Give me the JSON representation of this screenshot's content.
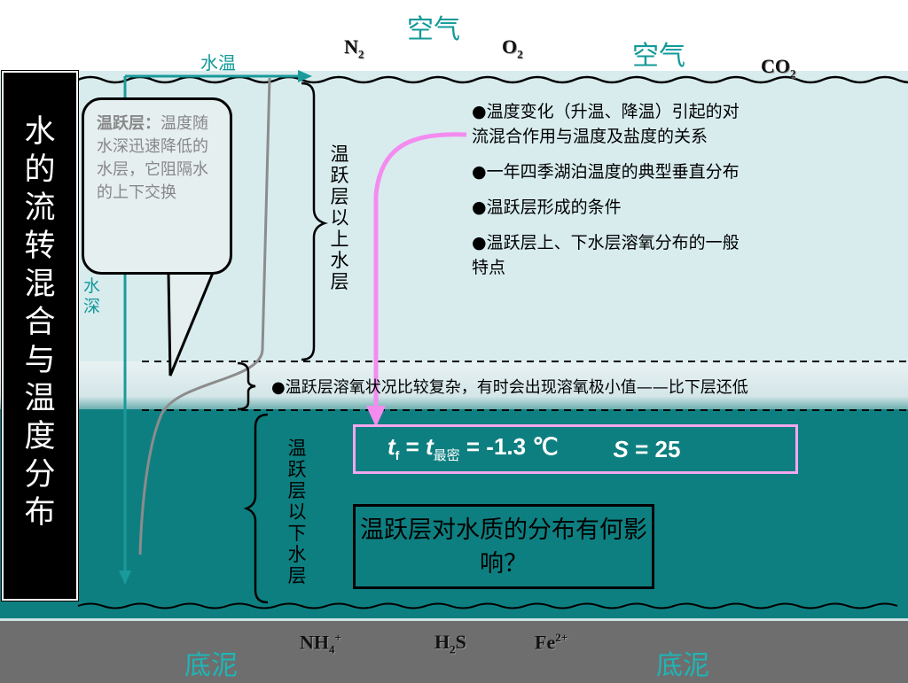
{
  "air": {
    "label_left": "空气",
    "label_right": "空气"
  },
  "gases_air": [
    {
      "main": "N",
      "sub": "2"
    },
    {
      "main": "O",
      "sub": "2"
    },
    {
      "main": "CO",
      "sub": "2"
    }
  ],
  "axes": {
    "temperature": "水温",
    "depth": "水深"
  },
  "side_title": "水的流转混合与温度分布",
  "callout": {
    "term": "温跃层：",
    "definition": "温度随水深迅速降低的水层，它阻隔水的上下交换"
  },
  "layer_labels": {
    "above": "温跃层以上水层",
    "below": "温跃层以下水层"
  },
  "bullets": [
    "●温度变化（升温、降温）引起的对流混合作用与温度及盐度的关系",
    "●一年四季湖泊温度的典型垂直分布",
    "●温跃层形成的条件",
    "●温跃层上、下水层溶氧分布的一般特点"
  ],
  "thermocline_note": "●温跃层溶氧状况比较复杂，有时会出现溶氧极小值——比下层还低",
  "formula": {
    "t": "t",
    "f_sub": "f",
    "eq1": " = ",
    "t2": "t",
    "densest_sub": "最密",
    "eq2": " = -1.3 ℃",
    "S": "S",
    "eq3": " = 25"
  },
  "question": "温跃层对水质的分布有何影响？",
  "sediment": {
    "label_left": "底泥",
    "label_right": "底泥"
  },
  "gases_sediment": [
    {
      "main": "NH",
      "sub": "4",
      "sup": "+"
    },
    {
      "main": "H",
      "sub": "2",
      "tail": "S"
    },
    {
      "main": "Fe",
      "sup": "2+"
    }
  ],
  "colors": {
    "teal_text": "#139999",
    "deep_water": "#0e7f80",
    "upper_water": "#d8ecee",
    "sediment": "#6e6e6e",
    "arrow_pink": "#f48cf0",
    "axis_teal": "#1a9a9a"
  }
}
